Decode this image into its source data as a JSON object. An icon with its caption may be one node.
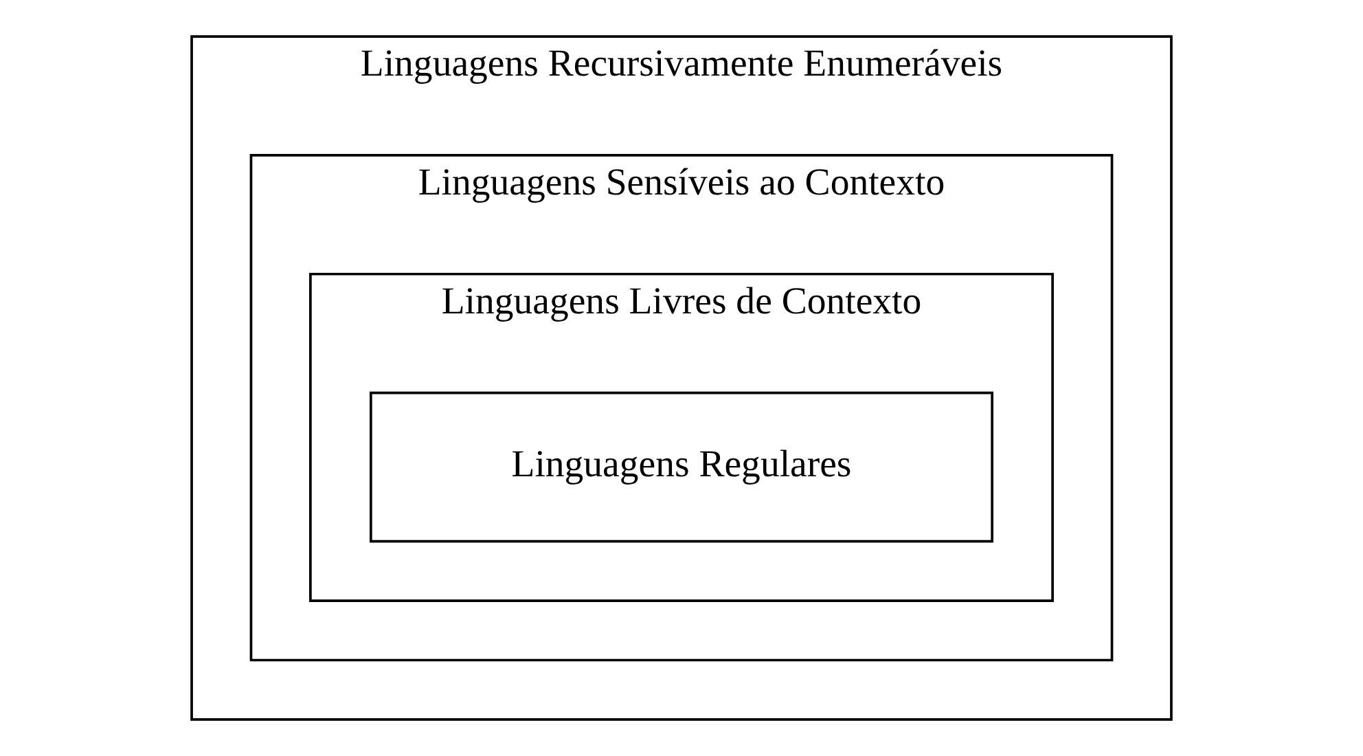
{
  "diagram": {
    "nodes": [
      {
        "text": [
          "Linguagens Recursivamente Enumeráveis"
        ]
      },
      {
        "text": [
          "Linguagens Sensíveis ao Contexto"
        ],
        "in": 0
      },
      {
        "text": [
          "Linguagens Livres de Contexto"
        ],
        "in": 1
      },
      {
        "text": [
          "Linguagens Regulares"
        ],
        "in": 2
      }
    ]
  }
}
